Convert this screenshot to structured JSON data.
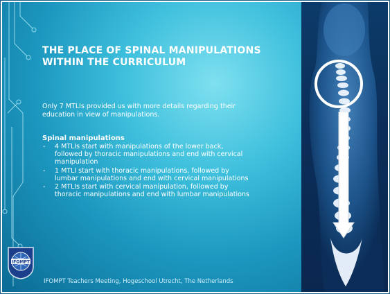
{
  "slide": {
    "title": "THE PLACE OF SPINAL MANIPULATIONS WITHIN THE CURRICULUM",
    "intro": "Only 7 MTLIs provided us with more details regarding their education in view of manipulations.",
    "section_title": "Spinal manipulations",
    "bullets": [
      "4 MTLIs start with manipulations of the lower back, followed by thoracic manipulations and end with cervical manipulation",
      "1 MTLI start with thoracic manipulations, followed by lumbar manipulations and end with cervical manipulations",
      "2 MTLIs start with cervical manipulation, followed by thoracic manipulations and end with lumbar manipulations"
    ],
    "bullet_marker": "-",
    "footer": "IFOMPT Teachers Meeting, Hogeschool Utrecht, The Netherlands",
    "logo_text": "IFOMPT"
  },
  "colors": {
    "background_center": "#7fe0f0",
    "background_edge": "#0b6b94",
    "text": "#ffffff",
    "panel": "#0b2e58",
    "arrow": "#ffffff"
  },
  "icons": {
    "circle_highlight": "circle-outline-icon",
    "arrow": "down-arrow-icon"
  }
}
